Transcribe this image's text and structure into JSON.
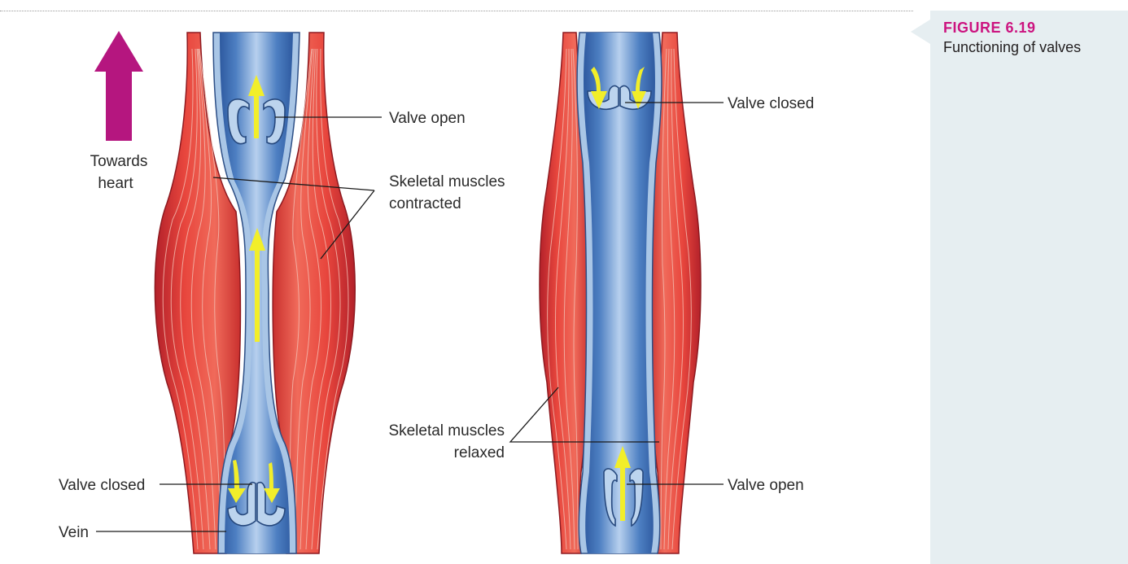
{
  "figure": {
    "number": "FIGURE 6.19",
    "caption": "Functioning of valves"
  },
  "labels": {
    "towards_heart_line1": "Towards",
    "towards_heart_line2": "heart",
    "valve_open_left": "Valve open",
    "skeletal_contracted_line1": "Skeletal muscles",
    "skeletal_contracted_line2": "contracted",
    "valve_closed_left": "Valve closed",
    "vein": "Vein",
    "valve_closed_right": "Valve closed",
    "skeletal_relaxed_line1": "Skeletal muscles",
    "skeletal_relaxed_line2": "relaxed",
    "valve_open_right": "Valve open"
  },
  "colors": {
    "magenta_arrow": "#b5167f",
    "muscle_red": "#e2433b",
    "vein_blue": "#3f6fb5",
    "flow_arrow_yellow": "#f2ee2a",
    "sidebar_bg": "#e6eef1",
    "figure_number": "#cc1480"
  }
}
